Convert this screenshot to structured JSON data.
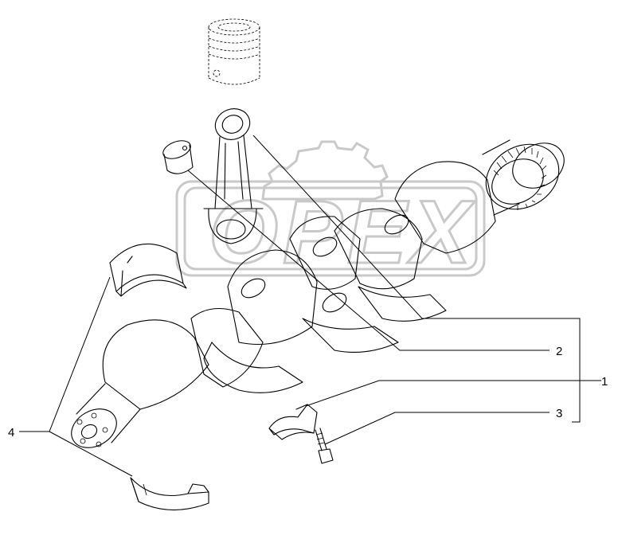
{
  "watermark": {
    "text": "OPEX"
  },
  "callouts": [
    {
      "id": "1",
      "label": "1"
    },
    {
      "id": "2",
      "label": "2"
    },
    {
      "id": "3",
      "label": "3"
    },
    {
      "id": "4",
      "label": "4"
    }
  ],
  "parts": [
    "piston-icon",
    "connecting-rod-icon",
    "small-end-bushing-icon",
    "crankshaft-icon",
    "main-bearing-shell-upper-icon",
    "main-bearing-shell-lower-icon",
    "rod-bearing-cap-icon",
    "cap-bolt-icon"
  ]
}
